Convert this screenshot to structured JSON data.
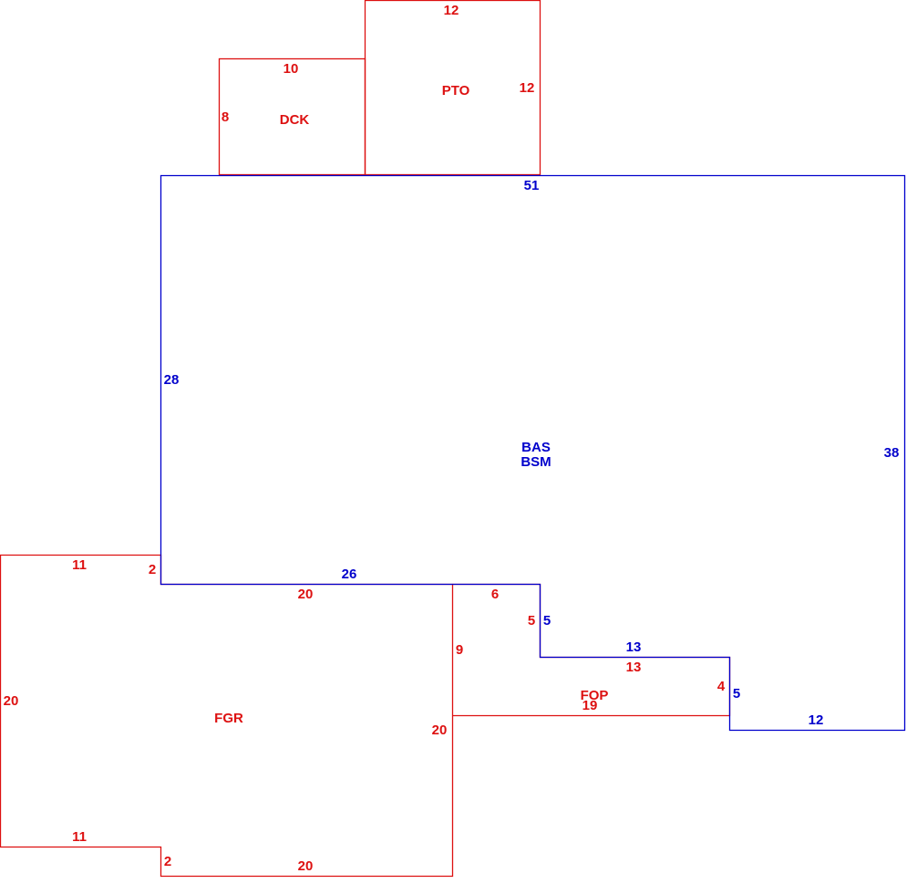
{
  "colors": {
    "primary": "#0000cc",
    "secondary": "#dd1111"
  },
  "areas": {
    "bas": "BAS",
    "bsm": "BSM",
    "fgr": "FGR",
    "fop": "FOP",
    "dck": "DCK",
    "pto": "PTO"
  },
  "dimensions": {
    "pto_top": "12",
    "pto_right": "12",
    "dck_top": "10",
    "dck_left": "8",
    "bas_top": "51",
    "bas_left": "28",
    "bas_right": "38",
    "bas_bottom": "26",
    "bas_step_down": "5",
    "bas_step_across": "13",
    "bas_right_step": "5",
    "bas_bottom_right": "12",
    "fgr_top_left": "11",
    "fgr_left_step_top": "2",
    "fgr_top": "20",
    "fgr_left": "20",
    "fgr_right": "20",
    "fgr_bottom_left": "11",
    "fgr_left_step_bottom": "2",
    "fgr_bottom": "20",
    "fop_top": "6",
    "fop_left": "9",
    "fop_step_down": "5",
    "fop_step_across": "13",
    "fop_right": "4",
    "fop_bottom": "19"
  }
}
